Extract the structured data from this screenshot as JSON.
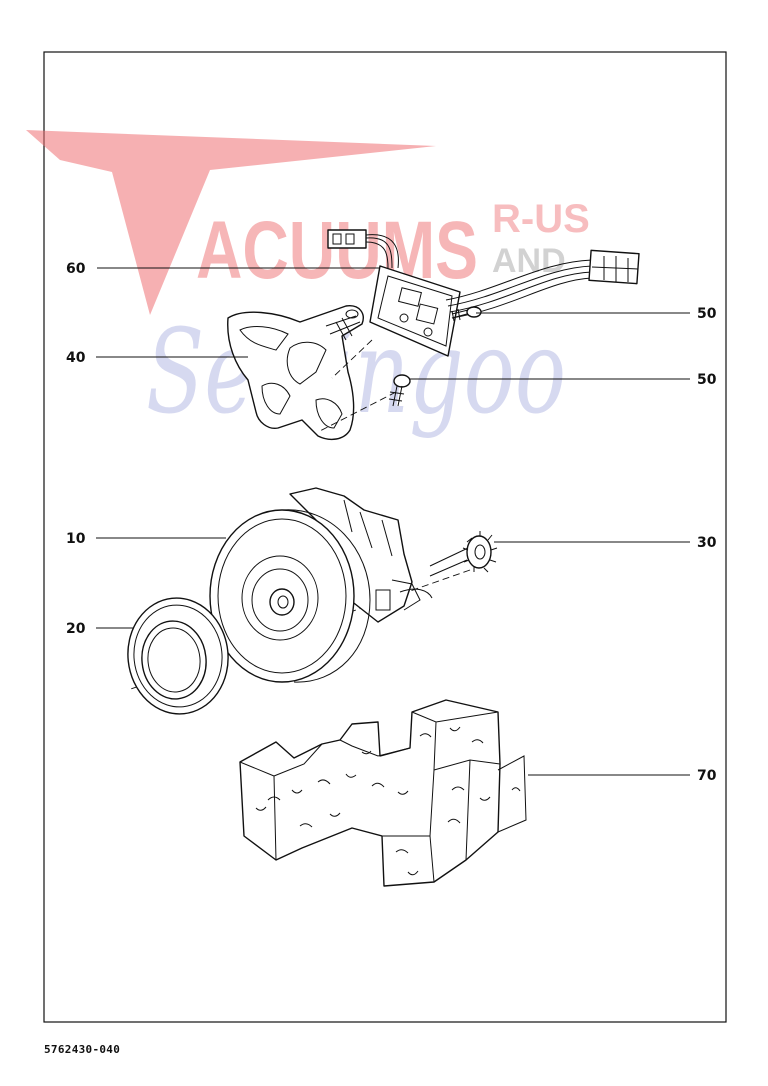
{
  "watermark": {
    "brand_main": "ACUUMS",
    "brand_suffix_top": "R-US",
    "brand_suffix_bottom": "AND",
    "script_text": "Sewingoo",
    "colors": {
      "logo_red": "#ee6f72",
      "logo_gray": "#9c9c9c",
      "script_blue": "#8d93d6"
    }
  },
  "callouts": {
    "c60": "60",
    "c40": "40",
    "c50a": "50",
    "c50b": "50",
    "c10": "10",
    "c30": "30",
    "c20": "20",
    "c70": "70"
  },
  "footer": {
    "drawing_number": "5762430-040"
  }
}
